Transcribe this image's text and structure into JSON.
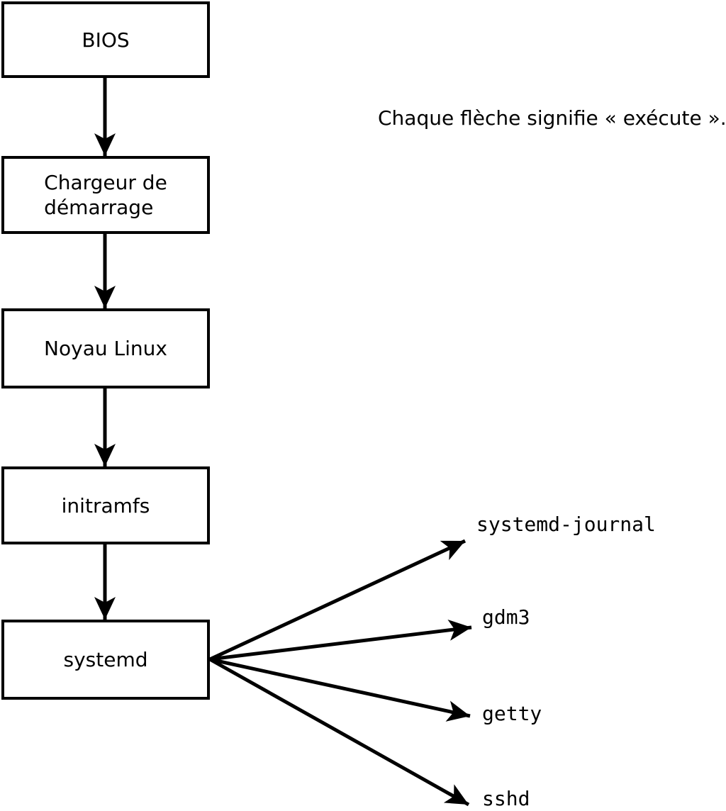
{
  "annotation": {
    "text": "Chaque flèche signifie « exécute »."
  },
  "nodes": [
    {
      "id": "bios",
      "label": "BIOS"
    },
    {
      "id": "bootloader",
      "label": "Chargeur de\ndémarrage"
    },
    {
      "id": "kernel",
      "label": "Noyau Linux"
    },
    {
      "id": "initramfs",
      "label": "initramfs"
    },
    {
      "id": "systemd",
      "label": "systemd"
    }
  ],
  "spawned_processes": [
    {
      "id": "systemd-journal",
      "label": "systemd-journal"
    },
    {
      "id": "gdm3",
      "label": "gdm3"
    },
    {
      "id": "getty",
      "label": "getty"
    },
    {
      "id": "sshd",
      "label": "sshd"
    }
  ],
  "edges": [
    {
      "from": "bios",
      "to": "bootloader",
      "meaning": "exécute"
    },
    {
      "from": "bootloader",
      "to": "kernel",
      "meaning": "exécute"
    },
    {
      "from": "kernel",
      "to": "initramfs",
      "meaning": "exécute"
    },
    {
      "from": "initramfs",
      "to": "systemd",
      "meaning": "exécute"
    },
    {
      "from": "systemd",
      "to": "systemd-journal",
      "meaning": "exécute"
    },
    {
      "from": "systemd",
      "to": "gdm3",
      "meaning": "exécute"
    },
    {
      "from": "systemd",
      "to": "getty",
      "meaning": "exécute"
    },
    {
      "from": "systemd",
      "to": "sshd",
      "meaning": "exécute"
    }
  ],
  "colors": {
    "line": "#000000",
    "text": "#000000",
    "box_fill": "#ffffff",
    "background": "#ffffff"
  }
}
